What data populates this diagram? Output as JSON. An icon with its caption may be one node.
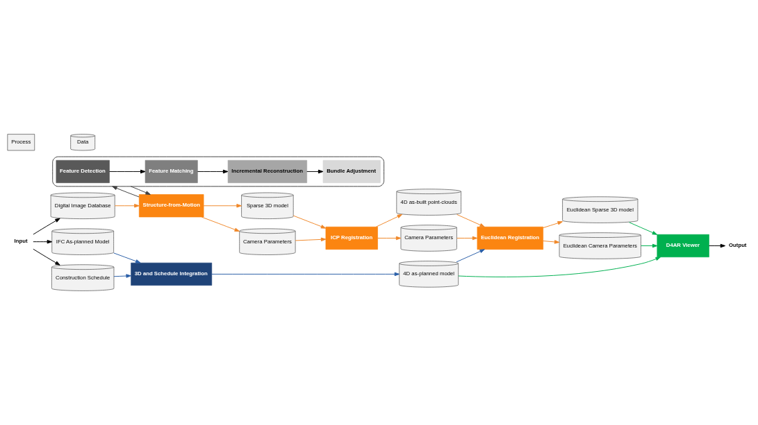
{
  "diagram": {
    "nodes": [
      {
        "text": [],
        "shape": "box"
      },
      {
        "text": [
          "Feature Detection"
        ],
        "in": 0
      },
      {
        "text": [
          "Feature Matching"
        ],
        "in": 0
      },
      {
        "text": [
          "Incremental Reconstruction"
        ],
        "in": 0
      },
      {
        "text": [
          "Bundle Adjustment"
        ],
        "in": 0
      },
      {
        "text": [
          "Structure-from-Motion"
        ]
      },
      {
        "text": [
          "ICP Registration"
        ]
      },
      {
        "text": [
          "Euclidean Registration"
        ]
      },
      {
        "text": [
          "Digital Image Database"
        ]
      },
      {
        "text": [
          "Sparse 3D model"
        ]
      },
      {
        "text": [
          "4D as-built point-clouds"
        ]
      },
      {
        "text": [
          "Euclidean Sparse 3D model"
        ]
      },
      {
        "text": [
          "IFC As-planned Model"
        ]
      },
      {
        "text": [
          "Camera Parameters"
        ]
      },
      {
        "text": [
          "Camera Parameters"
        ]
      },
      {
        "text": [
          "Euclidean Camera Parameters"
        ]
      },
      {
        "text": [
          "Construction Schedule"
        ]
      },
      {
        "text": [
          "4D as-planned model"
        ]
      },
      {
        "text": [
          "3D and Schedule Integration"
        ]
      },
      {
        "text": [
          "D4AR Viewer"
        ]
      },
      {
        "text": [
          "Input"
        ]
      },
      {
        "text": [
          "Output"
        ]
      }
    ],
    "edges": [
      {
        "from": 1,
        "to": 2,
        "arrow": "to",
        "color": "#000000"
      },
      {
        "from": 2,
        "to": 3,
        "arrow": "to",
        "color": "#000000"
      },
      {
        "from": 3,
        "to": 4,
        "arrow": "to",
        "color": "#000000"
      },
      {
        "from": 5,
        "to": 0,
        "arrow": "to",
        "color": "#404040"
      },
      {
        "from": 0,
        "to": 5,
        "arrow": "to",
        "color": "#404040"
      },
      {
        "from": 20,
        "to": 8,
        "arrow": "to",
        "color": "#000000"
      },
      {
        "from": 20,
        "to": 12,
        "arrow": "to",
        "color": "#000000"
      },
      {
        "from": 20,
        "to": 16,
        "arrow": "to",
        "color": "#000000"
      },
      {
        "from": 8,
        "to": 5,
        "arrow": "to"
      },
      {
        "from": 5,
        "to": 9,
        "arrow": "to"
      },
      {
        "from": 5,
        "to": 13,
        "arrow": "to"
      },
      {
        "from": 9,
        "to": 6,
        "arrow": "to"
      },
      {
        "from": 13,
        "to": 6,
        "arrow": "to"
      },
      {
        "from": 6,
        "to": 10,
        "arrow": "to"
      },
      {
        "from": 6,
        "to": 14,
        "arrow": "to"
      },
      {
        "from": 10,
        "to": 7,
        "arrow": "to"
      },
      {
        "from": 14,
        "to": 7,
        "arrow": "to"
      },
      {
        "from": 7,
        "to": 11,
        "arrow": "to"
      },
      {
        "from": 7,
        "to": 15,
        "arrow": "to"
      },
      {
        "from": 12,
        "to": 18,
        "arrow": "to",
        "color": "#2a5fa8"
      },
      {
        "from": 16,
        "to": 18,
        "arrow": "to",
        "color": "#2a5fa8"
      },
      {
        "from": 18,
        "to": 17,
        "arrow": "to",
        "color": "#2a5fa8"
      },
      {
        "from": 17,
        "to": 7,
        "arrow": "to",
        "color": "#2a5fa8"
      },
      {
        "from": 17,
        "to": 19,
        "arrow": "to",
        "color": "#00b050"
      },
      {
        "from": 11,
        "to": 19,
        "arrow": "to",
        "color": "#00b050"
      },
      {
        "from": 15,
        "to": 19,
        "arrow": "to",
        "color": "#00b050"
      },
      {
        "from": 19,
        "to": 21,
        "arrow": "to",
        "color": "#000000"
      }
    ],
    "legend": [
      {
        "text": "Process"
      },
      {
        "text": "Data"
      }
    ]
  }
}
